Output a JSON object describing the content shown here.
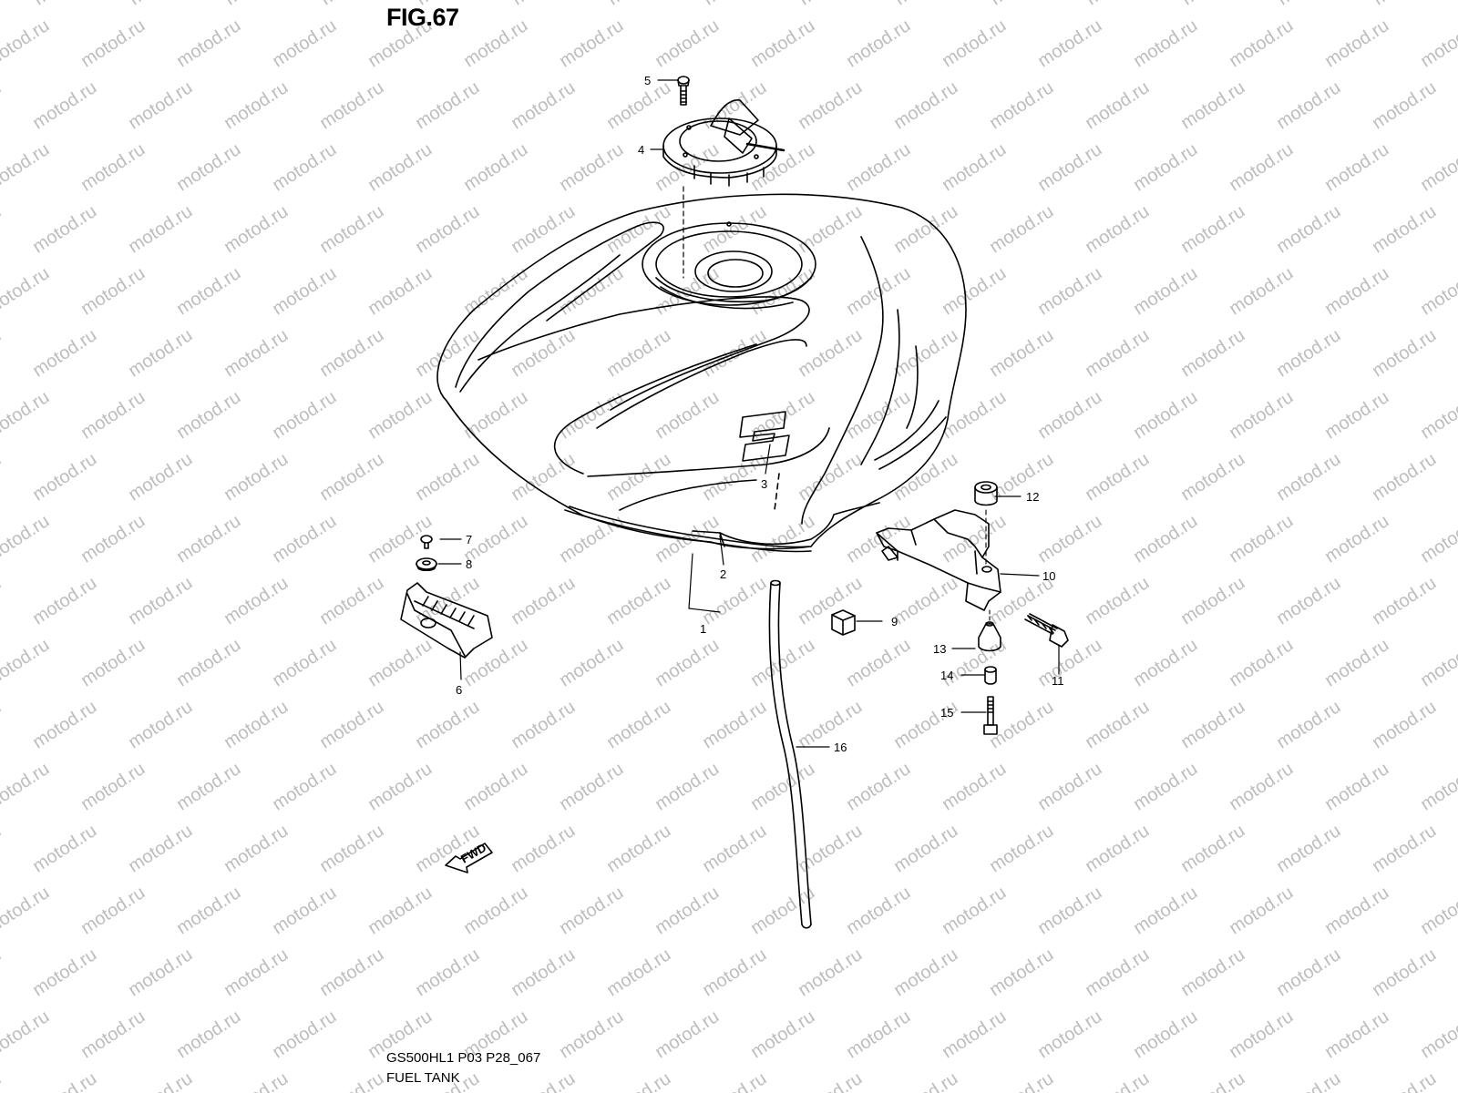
{
  "figure": {
    "title": "FIG.67",
    "code": "GS500HL1 P03 P28_067",
    "name": "FUEL TANK"
  },
  "watermark": "motod.ru",
  "fwd_label": "FWD",
  "callouts": [
    {
      "id": "1",
      "label": "1"
    },
    {
      "id": "2",
      "label": "2"
    },
    {
      "id": "3",
      "label": "3"
    },
    {
      "id": "4",
      "label": "4"
    },
    {
      "id": "5",
      "label": "5"
    },
    {
      "id": "6",
      "label": "6"
    },
    {
      "id": "7",
      "label": "7"
    },
    {
      "id": "8",
      "label": "8"
    },
    {
      "id": "9",
      "label": "9"
    },
    {
      "id": "10",
      "label": "10"
    },
    {
      "id": "11",
      "label": "11"
    },
    {
      "id": "12",
      "label": "12"
    },
    {
      "id": "13",
      "label": "13"
    },
    {
      "id": "14",
      "label": "14"
    },
    {
      "id": "15",
      "label": "15"
    },
    {
      "id": "16",
      "label": "16"
    }
  ]
}
